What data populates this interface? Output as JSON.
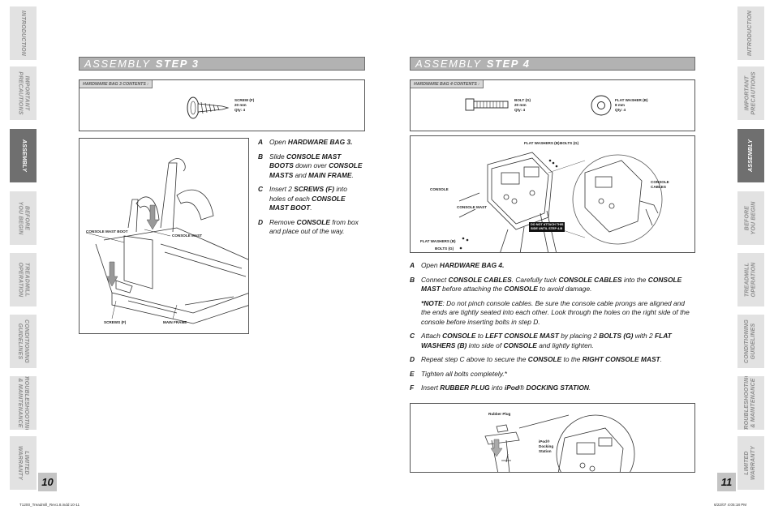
{
  "tabs": [
    {
      "label": "INTRODUCTION"
    },
    {
      "label": "IMPORTANT\nPRECAUTIONS"
    },
    {
      "label": "ASSEMBLY"
    },
    {
      "label": "BEFORE\nYOU BEGIN"
    },
    {
      "label": "TREADMILL\nOPERATION"
    },
    {
      "label": "CONDITIONING\nGUIDELINES"
    },
    {
      "label": "TROUBLESHOOTING\n& MAINTENANCE"
    },
    {
      "label": "LIMITED\nWARRANTY"
    }
  ],
  "step3": {
    "header_light": "ASSEMBLY",
    "header_bold": "STEP 3",
    "hardware_label": "HARDWARE BAG 3 CONTENTS :",
    "screw_info": "SCREW (F)\n20 mm\nQty: 4",
    "callouts": {
      "console_mast_boot": "CONSOLE MAST BOOT",
      "console_mast": "CONSOLE MAST",
      "screws": "SCREWS (F)",
      "main_frame": "MAIN FRAME"
    },
    "instructions": [
      {
        "letter": "A",
        "parts": [
          [
            "Open ",
            false
          ],
          [
            "HARDWARE BAG 3.",
            true
          ]
        ]
      },
      {
        "letter": "B",
        "parts": [
          [
            "Slide ",
            false
          ],
          [
            "CONSOLE MAST BOOTS",
            true
          ],
          [
            " down over ",
            false
          ],
          [
            "CONSOLE MASTS",
            true
          ],
          [
            " and ",
            false
          ],
          [
            "MAIN FRAME",
            true
          ],
          [
            ".",
            false
          ]
        ]
      },
      {
        "letter": "C",
        "parts": [
          [
            "Insert 2 ",
            false
          ],
          [
            "SCREWS (F)",
            true
          ],
          [
            " into holes of each ",
            false
          ],
          [
            "CONSOLE MAST BOOT",
            true
          ],
          [
            ".",
            false
          ]
        ]
      },
      {
        "letter": "D",
        "parts": [
          [
            "Remove ",
            false
          ],
          [
            "CONSOLE",
            true
          ],
          [
            " from box and place out of the way.",
            false
          ]
        ]
      }
    ]
  },
  "step4": {
    "header_light": "ASSEMBLY",
    "header_bold": "STEP 4",
    "hardware_label": "HARDWARE BAG 4 CONTENTS :",
    "bolt_info": "BOLT (G)\n20 mm\nQty: 4",
    "washer_info": "FLAT WASHER (B)\n8 mm\nQty: 4",
    "callouts": {
      "flat_washers_top": "FLAT WASHERS (B)",
      "bolts_top": "BOLTS (G)",
      "console": "CONSOLE",
      "console_mast": "CONSOLE MAST",
      "console_cables": "CONSOLE\nCABLES",
      "flat_washers_bottom": "FLAT WASHERS (B)",
      "bolts_bottom": "BOLTS (G)",
      "warning": "DO NOT ATTACH THIS\nSIDE UNTIL STEP 4-B",
      "rubber_plug": "Rubber Plug",
      "ipod_station": "iPod®\nDocking\nStation"
    },
    "instructions": [
      {
        "letter": "A",
        "parts": [
          [
            "Open ",
            false
          ],
          [
            "HARDWARE BAG 4.",
            true
          ]
        ]
      },
      {
        "letter": "B",
        "parts": [
          [
            "Connect ",
            false
          ],
          [
            "CONSOLE CABLES",
            true
          ],
          [
            ". Carefully tuck ",
            false
          ],
          [
            "CONSOLE CABLES",
            true
          ],
          [
            " into the ",
            false
          ],
          [
            "CONSOLE MAST",
            true
          ],
          [
            " before attaching the ",
            false
          ],
          [
            "CONSOLE",
            true
          ],
          [
            " to avoid damage.",
            false
          ]
        ]
      },
      {
        "letter": "",
        "parts": [
          [
            "*NOTE",
            true
          ],
          [
            ": Do not pinch console cables. Be sure the console cable prongs are aligned and the ends are tightly seated into each other. Look through the holes on the right side of the console before inserting bolts in step D.",
            false
          ]
        ]
      },
      {
        "letter": "C",
        "parts": [
          [
            "Attach ",
            false
          ],
          [
            "CONSOLE",
            true
          ],
          [
            " to ",
            false
          ],
          [
            "LEFT CONSOLE MAST",
            true
          ],
          [
            " by placing 2 ",
            false
          ],
          [
            "BOLTS (G)",
            true
          ],
          [
            " with 2 ",
            false
          ],
          [
            "FLAT WASHERS (B)",
            true
          ],
          [
            " into side of ",
            false
          ],
          [
            "CONSOLE",
            true
          ],
          [
            " and lightly tighten.",
            false
          ]
        ]
      },
      {
        "letter": "D",
        "parts": [
          [
            "Repeat step C above to secure the ",
            false
          ],
          [
            "CONSOLE",
            true
          ],
          [
            " to the ",
            false
          ],
          [
            "RIGHT CONSOLE MAST",
            true
          ],
          [
            ".",
            false
          ]
        ]
      },
      {
        "letter": "E",
        "parts": [
          [
            "Tighten all bolts completely.*",
            false
          ]
        ]
      },
      {
        "letter": "F",
        "parts": [
          [
            "Insert ",
            false
          ],
          [
            "RUBBER PLUG",
            true
          ],
          [
            " into ",
            false
          ],
          [
            "iPod",
            true
          ],
          [
            "®",
            false
          ],
          [
            " DOCKING STATION",
            true
          ],
          [
            ".",
            false
          ]
        ]
      }
    ]
  },
  "page_numbers": {
    "left": "10",
    "right": "11"
  },
  "footer": {
    "file": "T1200_Treadmill_Rev1.8.indd   10-11",
    "date": "6/22/07   4:05:18 PM"
  },
  "colors": {
    "tab_bg": "#e2e2e2",
    "tab_active": "#6f6f6f",
    "header_bg": "#b2b2b2",
    "page_num_bg": "#c4c4c4"
  }
}
